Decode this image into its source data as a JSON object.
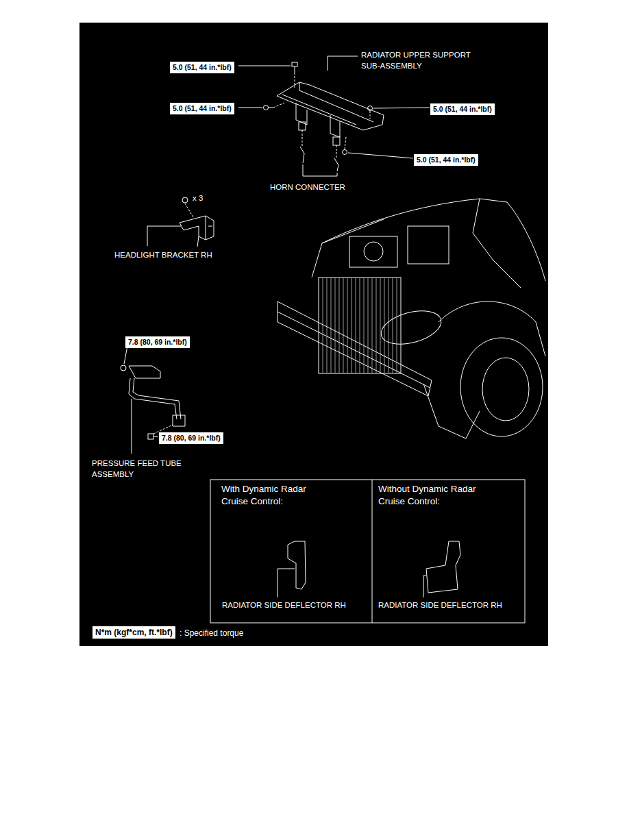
{
  "diagram": {
    "nodes": [
      {
        "text": [
          "5.0 (51, 44 in.*lbf)"
        ]
      },
      {
        "text": [
          "5.0 (51, 44 in.*lbf)"
        ]
      },
      {
        "text": [
          "5.0 (51, 44 in.*lbf)"
        ]
      },
      {
        "text": [
          "5.0 (51, 44 in.*lbf)"
        ]
      },
      {
        "text": [
          "7.8 (80, 69 in.*lbf)"
        ]
      },
      {
        "text": [
          "7.8 (80, 69 in.*lbf)"
        ]
      },
      {
        "text": [
          "N*m (kgf*cm, ft.*lbf)"
        ]
      }
    ],
    "labels": [
      "RADIATOR UPPER SUPPORT SUB-ASSEMBLY",
      "HORN CONNECTER",
      "x 3",
      "HEADLIGHT BRACKET RH",
      "PRESSURE FEED TUBE ASSEMBLY",
      "With Dynamic Radar Cruise Control:",
      "RADIATOR SIDE DEFLECTOR RH",
      "Without Dynamic Radar Cruise Control:",
      "RADIATOR SIDE DEFLECTOR RH",
      ": Specified torque"
    ]
  }
}
